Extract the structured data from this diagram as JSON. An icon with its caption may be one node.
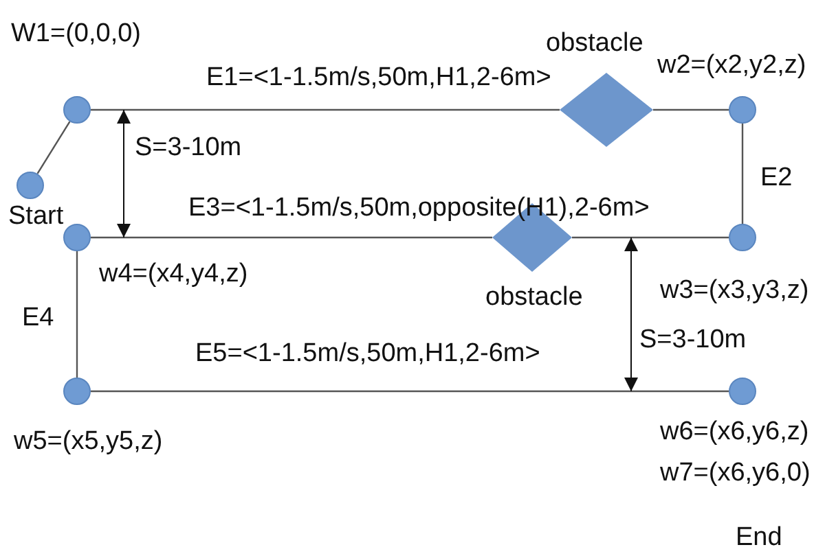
{
  "diagram": {
    "nodes": [
      {
        "text": [],
        "shape": "circle",
        "beside": [
          "Start"
        ]
      },
      {
        "text": [],
        "shape": "circle",
        "beside": [
          "W1=(0,0,0)"
        ]
      },
      {
        "text": [],
        "shape": "circle"
      },
      {
        "text": [
          "obstacle"
        ]
      },
      {
        "text": [],
        "shape": "circle",
        "beside": [
          "w3=(x3,y3,z)"
        ]
      },
      {
        "text": [
          "obstacle"
        ]
      },
      {
        "text": [],
        "shape": "circle",
        "beside": [
          "w4=(x4,y4,z)"
        ]
      },
      {
        "text": [],
        "shape": "circle",
        "beside": [
          "w5=(x5,y5,z)"
        ]
      },
      {
        "text": [],
        "shape": "circle",
        "beside": [
          "w6=(x6,y6,z)",
          "w7=(x6,y6,0)",
          "End"
        ]
      }
    ],
    "edges": [
      {
        "from": 0,
        "to": 1,
        "arrow": "none"
      },
      {
        "from": 1,
        "to": 3,
        "arrow": "none",
        "label": "E1=<1-1.5m/s,50m,H1,2-6m>"
      },
      {
        "from": 3,
        "to": 2,
        "arrow": "none"
      },
      {
        "from": 2,
        "to": 4,
        "arrow": "none",
        "label": "E2"
      },
      {
        "from": 4,
        "to": 5,
        "arrow": "none"
      },
      {
        "from": 5,
        "to": 6,
        "arrow": "none",
        "label": "E3=<1-1.5m/s,50m,opposite(H1),2-6m>"
      },
      {
        "from": 6,
        "to": 7,
        "arrow": "none",
        "label": "E4"
      },
      {
        "from": 7,
        "to": 8,
        "arrow": "none",
        "label": "E5=<1-1.5m/s,50m,H1,2-6m>"
      }
    ],
    "labels": [
      "w2=(x2,y2,z)",
      "S=3-10m",
      "S=3-10m"
    ]
  }
}
